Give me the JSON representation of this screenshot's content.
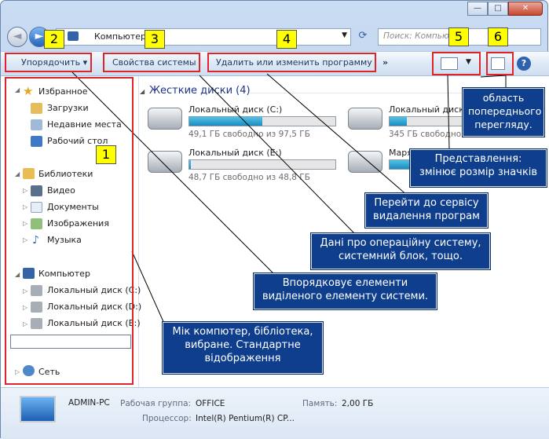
{
  "address": {
    "path": "Компьютер"
  },
  "search": {
    "placeholder": "Поиск: Компьютер"
  },
  "toolbar": {
    "organize": "Упорядочить ▾",
    "system_properties": "Свойства системы",
    "uninstall": "Удалить или изменить программу",
    "more": "»"
  },
  "nav": {
    "favorites": "Избранное",
    "downloads": "Загрузки",
    "recent": "Недавние места",
    "desktop": "Рабочий стол",
    "libraries": "Библиотеки",
    "video": "Видео",
    "documents": "Документы",
    "images": "Изображения",
    "music": "Музыка",
    "computer": "Компьютер",
    "disk_c": "Локальный диск (C:)",
    "disk_d": "Локальный диск (D:)",
    "disk_e": "Локальный диск (E:)",
    "network": "Сеть"
  },
  "main": {
    "section": "Жесткие диски (4)",
    "drives": [
      {
        "name": "Локальный диск (C:)",
        "free": "49,1 ГБ свободно из 97,5 ГБ",
        "used_fraction": 0.5
      },
      {
        "name": "Локальный диск (D:)",
        "free": "345 ГБ свободно из 392 ГБ",
        "used_fraction": 0.12
      },
      {
        "name": "Локальный диск (E:)",
        "free": "48,7 ГБ свободно из 48,8 ГБ",
        "used_fraction": 0.01
      },
      {
        "name": "Маря",
        "free": "",
        "used_fraction": 0.3
      }
    ]
  },
  "details": {
    "pc_name": "ADMIN-PC",
    "workgroup_label": "Рабочая группа:",
    "workgroup": "OFFICE",
    "memory_label": "Память:",
    "memory": "2,00 ГБ",
    "cpu_label": "Процессор:",
    "cpu": "Intel(R) Pentium(R) CP..."
  },
  "annotations": {
    "n1": "1",
    "n2": "2",
    "n3": "3",
    "n4": "4",
    "n5": "5",
    "n6": "6",
    "c_preview": "область\nпопереднього\nперегляду.",
    "c_views": "Представлення:\nзмінює розмір значків",
    "c_uninstall": "Перейти до сервісу\nвидалення програм",
    "c_sysinfo": "Дані про операційну систему,\nсистемний блок, тощо.",
    "c_organize": "Впорядковує елементи\nвиділеного елементу системи.",
    "c_nav": "Мік компютер, бібліотека,\nвибране. Стандартне\nвідображення"
  },
  "colors": {
    "annotation_red": "#e0252a",
    "callout_bg": "#0f3f8c",
    "number_bg": "#ffff00"
  }
}
